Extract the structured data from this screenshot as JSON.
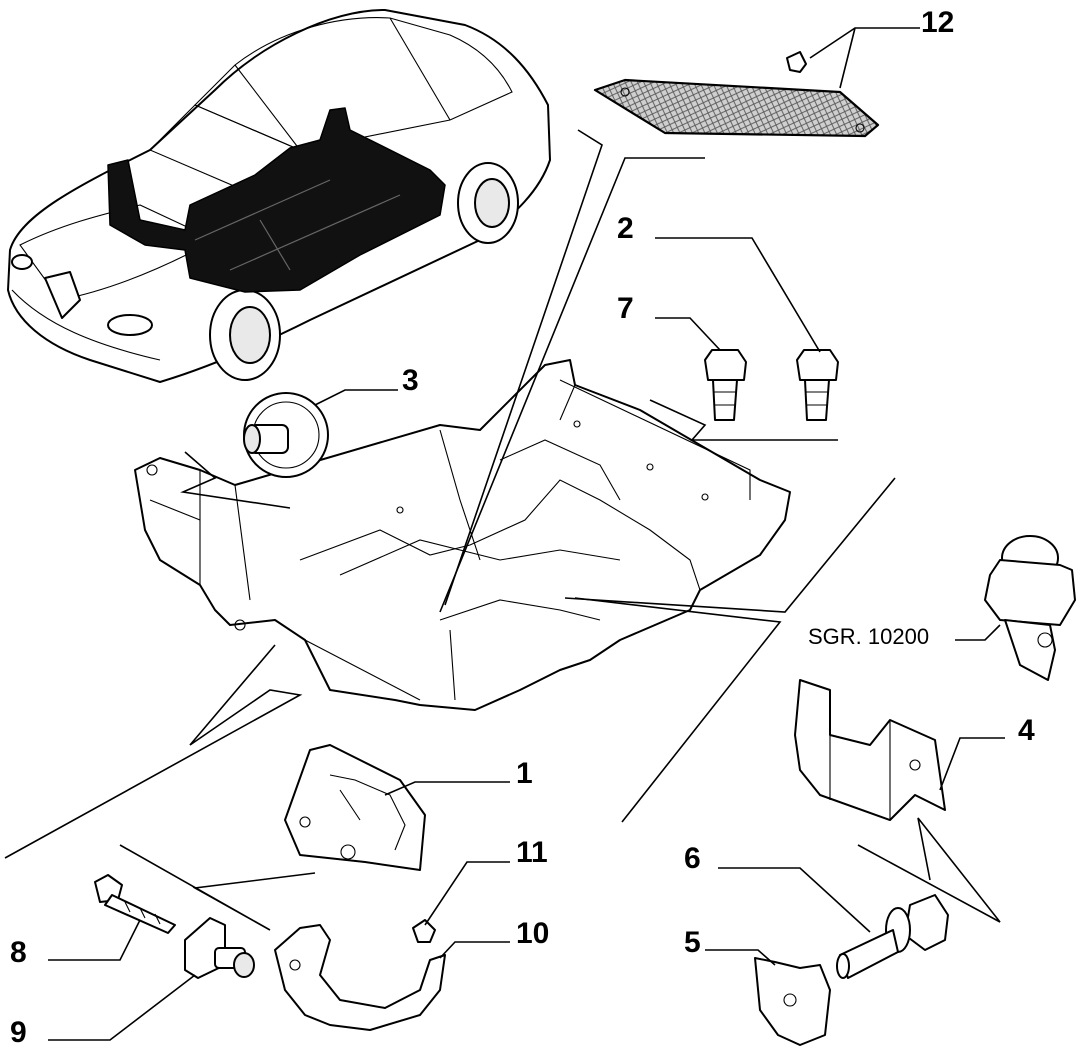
{
  "callouts": {
    "c1": "1",
    "c2": "2",
    "c3": "3",
    "c4": "4",
    "c5": "5",
    "c6": "6",
    "c7": "7",
    "c8": "8",
    "c9": "9",
    "c10": "10",
    "c11": "11",
    "c12": "12"
  },
  "reference": "SGR. 10200"
}
